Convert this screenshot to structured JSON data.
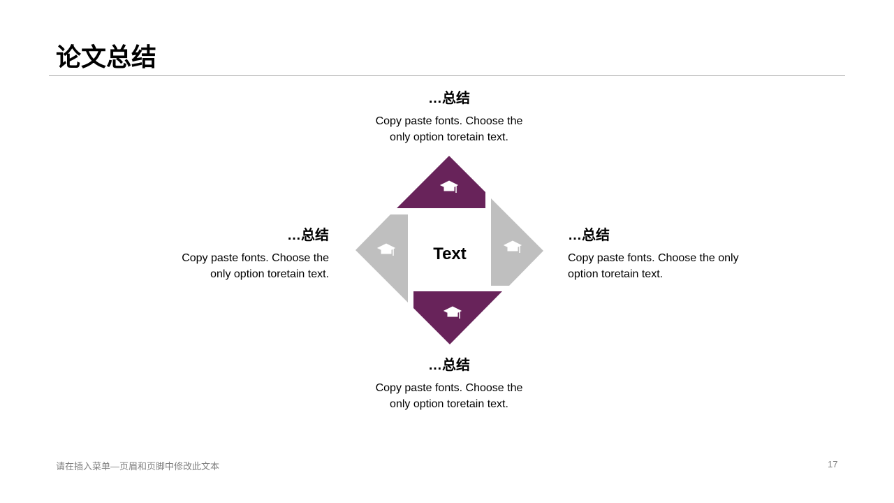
{
  "title": "论文总结",
  "center_label": "Text",
  "colors": {
    "accent": "#68235a",
    "gray": "#bfbfbf"
  },
  "items": [
    {
      "heading": "…总结",
      "text": "Copy paste fonts. Choose the only option toretain text."
    },
    {
      "heading": "…总结",
      "text": "Copy paste fonts. Choose the only option toretain text."
    },
    {
      "heading": "…总结",
      "text": "Copy paste fonts. Choose the only option toretain text."
    },
    {
      "heading": "…总结",
      "text": "Copy paste fonts. Choose the only option toretain text."
    }
  ],
  "footer": {
    "text": "请在插入菜单—页眉和页脚中修改此文本",
    "page": "17"
  }
}
